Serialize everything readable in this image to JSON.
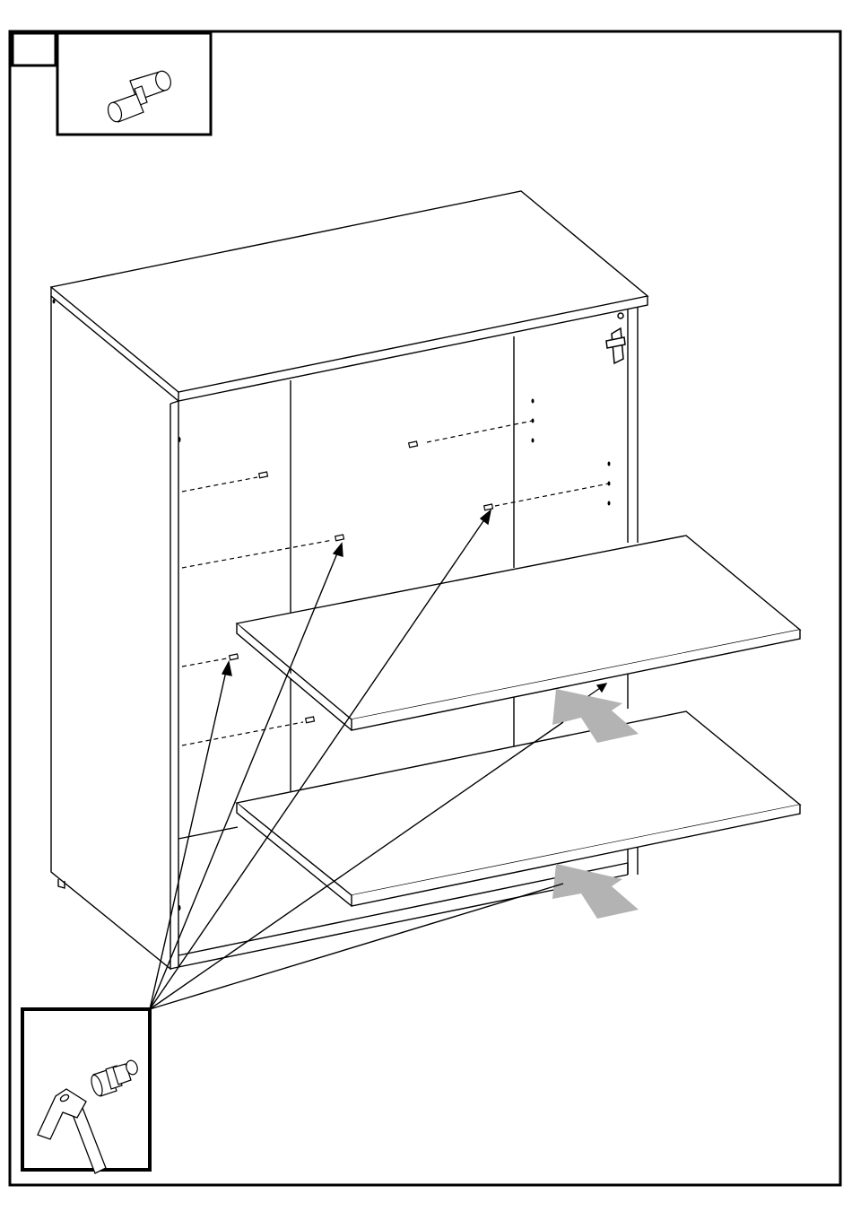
{
  "page": {
    "step_number": ""
  },
  "parts": {
    "callout_top": {
      "part": "wooden-dowel",
      "icon": "dowel-icon"
    },
    "callout_bottom": {
      "tool": "hammer",
      "part": "wooden-dowel",
      "icons": [
        "hammer-icon",
        "dowel-icon"
      ]
    }
  },
  "colors": {
    "line": "#000000",
    "arrow_fill": "#b3b3b3",
    "background": "#ffffff"
  },
  "instructions": {
    "shelf_count": 2,
    "dowel_count": 6
  }
}
